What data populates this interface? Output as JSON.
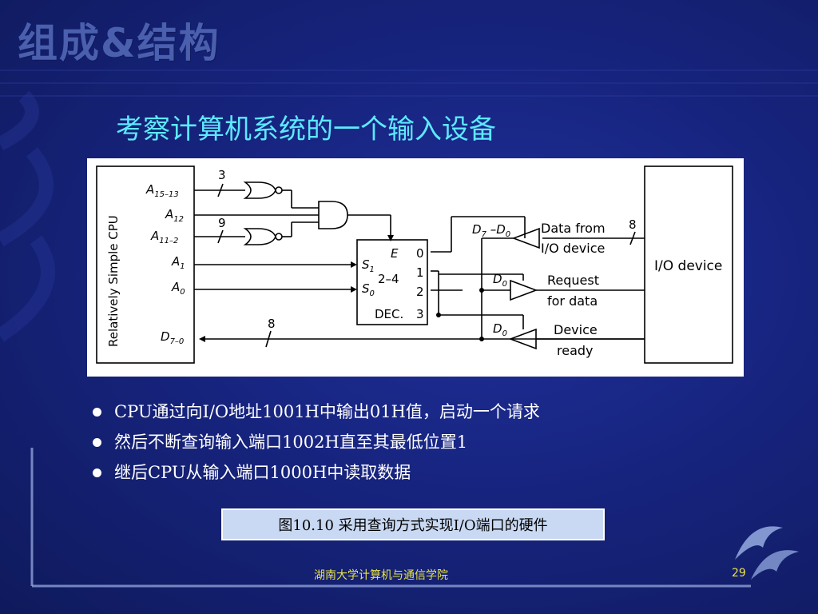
{
  "slide": {
    "header_title": "组成&结构",
    "title": "考察计算机系统的一个输入设备",
    "bullets": [
      "CPU通过向I/O地址1001H中输出01H值，启动一个请求",
      "然后不断查询输入端口1002H直至其最低位置1",
      "继后CPU从输入端口1000H中读取数据"
    ],
    "caption": "图10.10  采用查询方式实现I/O端口的硬件",
    "footer": "湖南大学计算机与通信学院",
    "page_number": "29"
  },
  "diagram": {
    "cpu_label": "Relatively Simple CPU",
    "io_label": "I/O device",
    "bus_width_high": "3",
    "bus_width_mid": "9",
    "bus_width_data": "8",
    "bus_width_io": "8",
    "decoder_enable": "E",
    "decoder_type": "2–4",
    "decoder_name": "DEC.",
    "decoder_outputs": [
      "0",
      "1",
      "2",
      "3"
    ],
    "data_from_line1": "Data from",
    "data_from_line2": "I/O device",
    "request_line1": "Request",
    "request_line2": "for data",
    "ready_line1": "Device",
    "ready_line2": "ready",
    "d0_label": "D",
    "d0_sub": "0"
  },
  "colors": {
    "title": "#5ce9ff",
    "footer": "#e8e24a",
    "caption_bg": "#c9d9f3"
  }
}
